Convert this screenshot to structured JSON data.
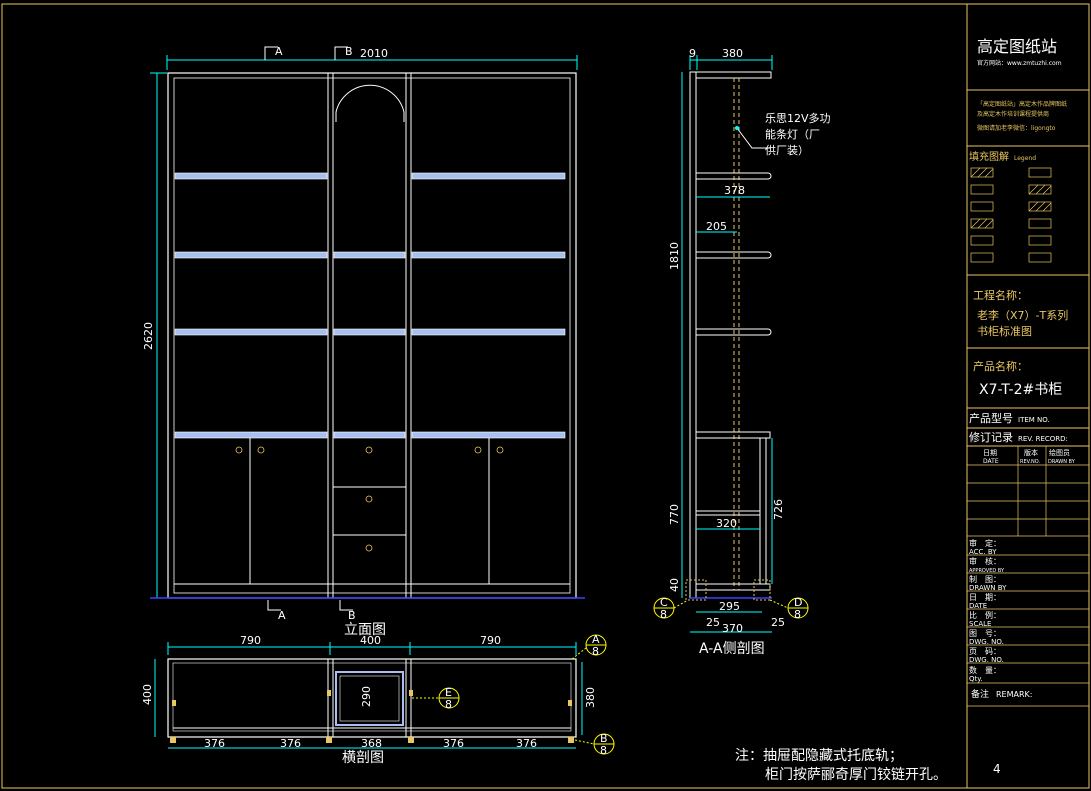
{
  "elevation": {
    "top_width": "2010",
    "height": "2620",
    "section_mark_a": "A",
    "section_mark_b": "B",
    "bottom_mark_a": "A",
    "bottom_mark_b": "B",
    "caption": "立面图"
  },
  "plan": {
    "widths": [
      "790",
      "400",
      "790"
    ],
    "depth_left": "400",
    "depth_right": "380",
    "inner_depth": "290",
    "bottom_dims": [
      "376",
      "376",
      "368",
      "376",
      "376"
    ],
    "caption": "横剖图",
    "callout_a": "A",
    "callout_a_sub": "8",
    "callout_b": "B",
    "callout_b_sub": "8",
    "callout_e": "E",
    "callout_e_sub": "8"
  },
  "side": {
    "top_dim_left": "9",
    "top_dim": "380",
    "light_note_line1": "乐思12V多功",
    "light_note_line2": "能条灯（厂",
    "light_note_line3": "供厂装）",
    "shelf_dim1": "378",
    "shelf_dim2": "205",
    "upper_height": "1810",
    "lower_height": "770",
    "inner_width": "320",
    "lower_inner_height": "726",
    "base_height": "40",
    "bottom_inner": "295",
    "bottom_total": "370",
    "side_left": "25",
    "side_right": "25",
    "callout_c": "C",
    "callout_c_sub": "8",
    "callout_d": "D",
    "callout_d_sub": "8",
    "caption": "A-A侧剖图"
  },
  "note": {
    "line1": "注：抽屉配隐藏式托底轨；",
    "line2": "柜门按萨郦奇厚门铰链开孔。"
  },
  "title_block": {
    "company": "高定图纸站",
    "website": "官方网站：www.zmtuzhi.com",
    "blurb_line1": "「高定图纸站」高定木作品牌图纸",
    "blurb_line2": "及高定木作培训课程提供商",
    "blurb_line3": "微图请加老李微信：ligongto",
    "legend_title": "填充图解",
    "legend_en": "Legend",
    "project_label": "工程名称：",
    "project_line1": "老李（X7）-T系列",
    "project_line2": "书柜标准图",
    "product_label": "产品名称：",
    "product_name": "X7-T-2#书柜",
    "item_label": "产品型号",
    "item_en": "ITEM NO.",
    "rev_label": "修订记录",
    "rev_en": "REV. RECORD:",
    "col_date": "日期",
    "col_date_en": "DATE",
    "col_rev": "版本",
    "col_rev_en": "REV.NO.",
    "col_drawn": "绘图员",
    "col_drawn_en": "DRAWN BY",
    "acc_label": "审　定：",
    "acc_en": "ACC. BY",
    "appr_label": "审　核：",
    "appr_en": "APPROVED BY",
    "drawn_label": "制　图：",
    "drawn_en": "DRAWN BY",
    "date_label": "日　期：",
    "date_en": "DATE",
    "scale_label": "比　例：",
    "scale_en": "SCALE",
    "dwg_label": "图　号：",
    "dwg_en": "DWG. NO.",
    "page_label": "页　码：",
    "page_en": "DWG. NO.",
    "qty_label": "数　量：",
    "qty_en": "Qty.",
    "remark_label": "备注",
    "remark_en": "REMARK:",
    "page_number": "4"
  },
  "colors": {
    "background": "#000000",
    "lines": "#ffffff",
    "dimension": "#00ffff",
    "shelf": "#a8c0f0",
    "callout": "#ffff00",
    "title_text": "#e8c660"
  }
}
